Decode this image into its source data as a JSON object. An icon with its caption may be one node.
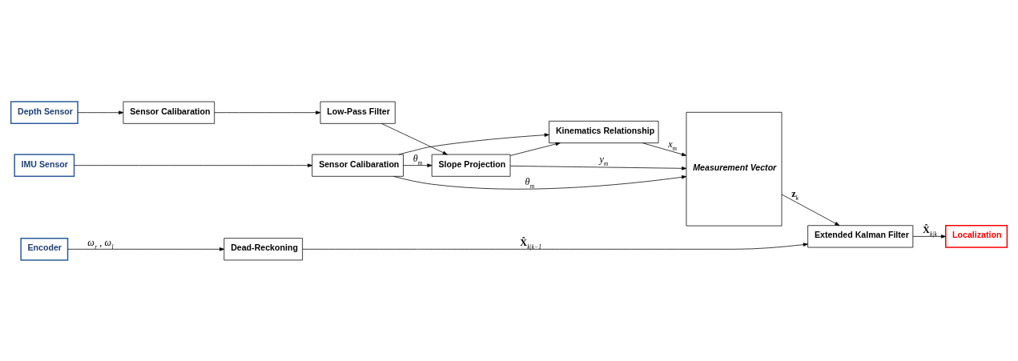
{
  "diagram": {
    "nodes": [
      {
        "text": [
          "Depth Sensor"
        ]
      },
      {
        "text": [
          "Sensor Calibaration"
        ]
      },
      {
        "text": [
          "Low-Pass Filter"
        ]
      },
      {
        "text": [
          "Slope Projection"
        ]
      },
      {
        "text": [
          "IMU Sensor"
        ]
      },
      {
        "text": [
          "Sensor Calibaration"
        ]
      },
      {
        "text": [
          "Kinematics Relationship"
        ]
      },
      {
        "text": [
          "Measurement Vector"
        ]
      },
      {
        "text": [
          "Encoder"
        ]
      },
      {
        "text": [
          "Dead-Reckoning"
        ]
      },
      {
        "text": [
          "Extended Kalman Filter"
        ]
      },
      {
        "text": [
          "Localization"
        ]
      }
    ],
    "edges": [
      {
        "from": 0,
        "to": 1,
        "arrow": "to"
      },
      {
        "from": 1,
        "to": 2,
        "arrow": "to"
      },
      {
        "from": 2,
        "to": 3,
        "arrow": "to"
      },
      {
        "from": 4,
        "to": 5,
        "arrow": "to"
      },
      {
        "from": 5,
        "to": 3,
        "arrow": "to",
        "label": "*θ*$_{m}$"
      },
      {
        "from": 3,
        "to": 7,
        "arrow": "to",
        "label": "*y*$_{m}$"
      },
      {
        "from": 3,
        "to": 6,
        "arrow": "to"
      },
      {
        "from": 5,
        "to": 6,
        "arrow": "to"
      },
      {
        "from": 5,
        "to": 7,
        "arrow": "to",
        "label": "*θ*$_{m}$"
      },
      {
        "from": 6,
        "to": 7,
        "arrow": "to",
        "label": "*x*$_{m}$"
      },
      {
        "from": 7,
        "to": 10,
        "arrow": "to",
        "label": "**z**$_{k}$"
      },
      {
        "from": 8,
        "to": 9,
        "arrow": "to",
        "label": "*ω*$_{r}$ , *ω*$_{l}$"
      },
      {
        "from": 9,
        "to": 10,
        "arrow": "to",
        "label": "**X̂**$_{k|k−1}$"
      },
      {
        "from": 10,
        "to": 11,
        "arrow": "to",
        "label": "**X̂**$_{k|k}$"
      }
    ]
  }
}
